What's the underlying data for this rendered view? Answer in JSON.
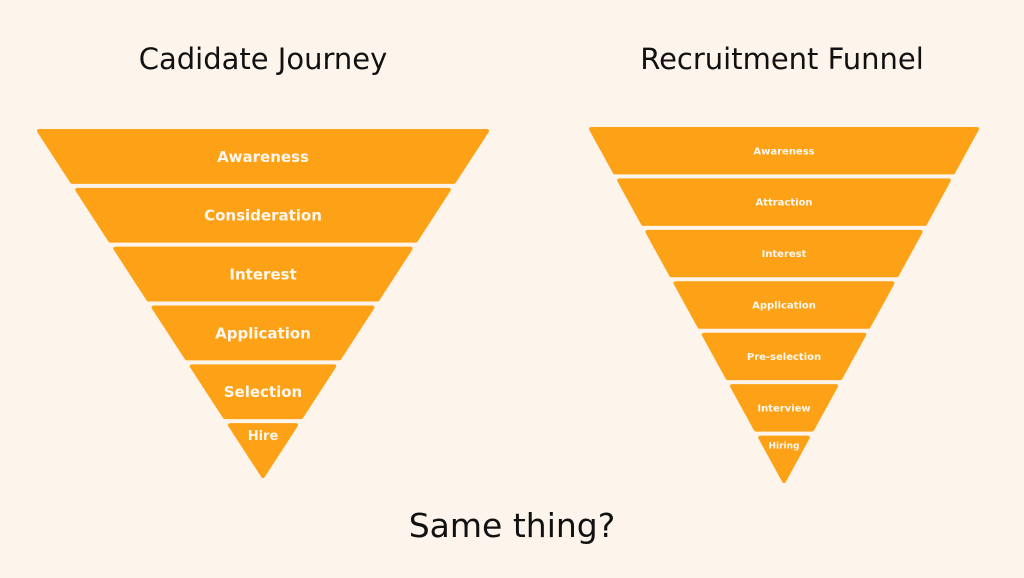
{
  "colors": {
    "background": "#fdf5ec",
    "stage_fill": "#fda216",
    "stage_text": "#fff7ee"
  },
  "candidate_journey": {
    "title": "Cadidate Journey",
    "stages": [
      "Awareness",
      "Consideration",
      "Interest",
      "Application",
      "Selection",
      "Hire"
    ]
  },
  "recruitment_funnel": {
    "title": "Recruitment Funnel",
    "stages": [
      "Awareness",
      "Attraction",
      "Interest",
      "Application",
      "Pre-selection",
      "Interview",
      "Hiring"
    ]
  },
  "footer": {
    "question": "Same thing?"
  }
}
